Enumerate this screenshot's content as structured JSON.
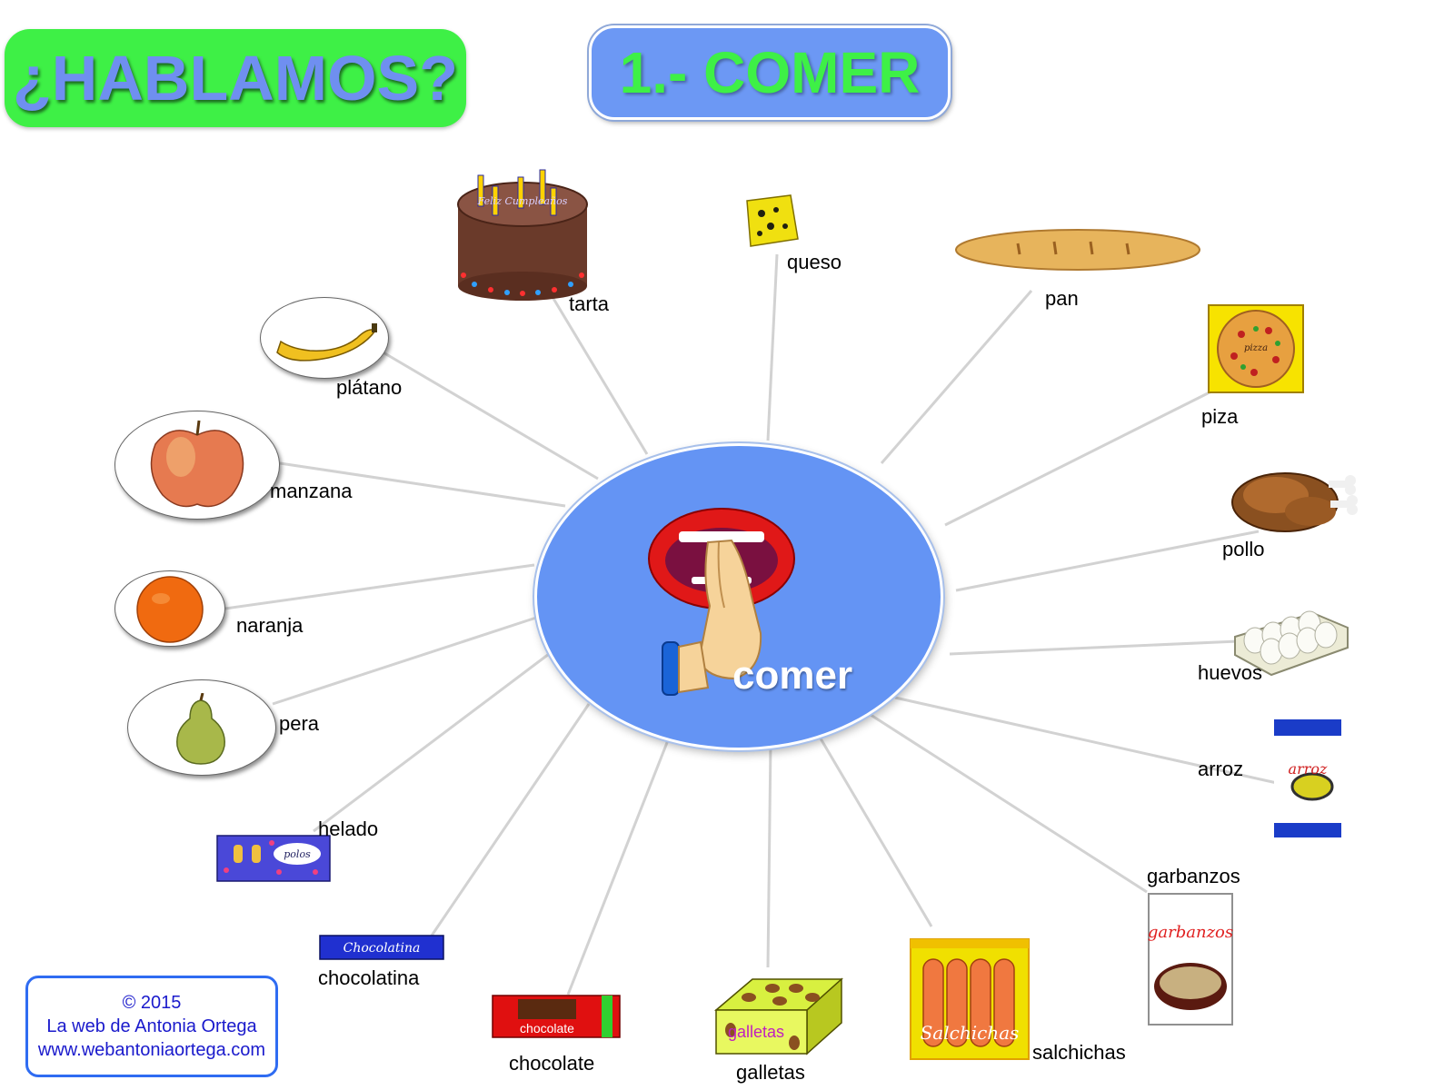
{
  "header": {
    "left_title": "¿HABLAMOS?",
    "right_title": "1.- COMER"
  },
  "center": {
    "label": "comer",
    "icon": "mouth-eating-icon"
  },
  "nodes": [
    {
      "id": "tarta",
      "label": "tarta",
      "icon": "birthday-cake-icon",
      "cake_text": "Feliz Cumpleaños"
    },
    {
      "id": "queso",
      "label": "queso",
      "icon": "cheese-icon"
    },
    {
      "id": "pan",
      "label": "pan",
      "icon": "bread-loaf-icon"
    },
    {
      "id": "piza",
      "label": "piza",
      "icon": "pizza-icon",
      "pizza_text": "pizza"
    },
    {
      "id": "pollo",
      "label": "pollo",
      "icon": "roast-chicken-icon"
    },
    {
      "id": "huevos",
      "label": "huevos",
      "icon": "egg-carton-icon"
    },
    {
      "id": "arroz",
      "label": "arroz",
      "icon": "rice-package-icon",
      "pack_text": "arroz"
    },
    {
      "id": "garbanzos",
      "label": "garbanzos",
      "icon": "chickpeas-jar-icon",
      "pack_text": "garbanzos"
    },
    {
      "id": "salchichas",
      "label": "salchichas",
      "icon": "sausages-pack-icon",
      "pack_text": "Salchichas"
    },
    {
      "id": "galletas",
      "label": "galletas",
      "icon": "cookies-box-icon",
      "pack_text": "galletas"
    },
    {
      "id": "chocolate",
      "label": "chocolate",
      "icon": "chocolate-bar-icon",
      "pack_text": "chocolate"
    },
    {
      "id": "chocolatina",
      "label": "chocolatina",
      "icon": "chocolatina-bar-icon",
      "pack_text": "Chocolatina"
    },
    {
      "id": "helado",
      "label": "helado",
      "icon": "ice-cream-box-icon",
      "pack_text": "polos"
    },
    {
      "id": "pera",
      "label": "pera",
      "icon": "pear-icon"
    },
    {
      "id": "naranja",
      "label": "naranja",
      "icon": "orange-icon"
    },
    {
      "id": "manzana",
      "label": "manzana",
      "icon": "apple-icon"
    },
    {
      "id": "platano",
      "label": "plátano",
      "icon": "banana-icon"
    }
  ],
  "footer": {
    "line1": "© 2015",
    "line2": "La web de Antonia Ortega",
    "line3": "www.webantoniaortega.com"
  }
}
